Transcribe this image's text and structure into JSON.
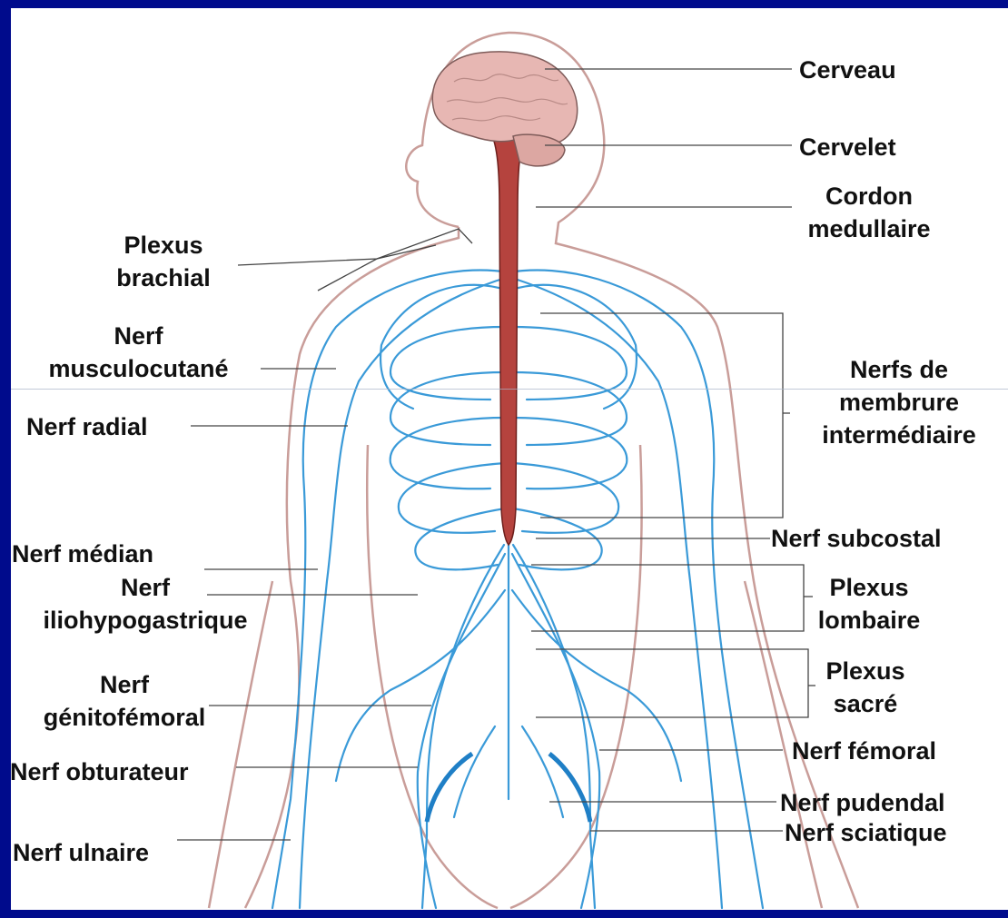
{
  "colors": {
    "background": "#000b8c",
    "panel": "#ffffff",
    "nerve": "#3a9ad8",
    "spinal_cord": "#b5433e",
    "brain": "#e7b7b3",
    "body_outline": "#c99d99",
    "leader_line": "#444444"
  },
  "labels": {
    "cerveau": "Cerveau",
    "cervelet": "Cervelet",
    "cordon": [
      "Cordon",
      "medullaire"
    ],
    "plexus_brachial": [
      "Plexus",
      "brachial"
    ],
    "nerf_musculocutane": [
      "Nerf",
      "musculocutané"
    ],
    "nerf_radial": "Nerf radial",
    "nerfs_membrure": [
      "Nerfs de",
      "membrure",
      "intermédiaire"
    ],
    "nerf_median": "Nerf médian",
    "nerf_iliohypogastrique": [
      "Nerf",
      "iliohypogastrique"
    ],
    "nerf_subcostal": "Nerf subcostal",
    "plexus_lombaire": [
      "Plexus",
      "lombaire"
    ],
    "nerf_genitofemoral": [
      "Nerf",
      "génitofémoral"
    ],
    "plexus_sacre": [
      "Plexus",
      "sacré"
    ],
    "nerf_femoral": "Nerf fémoral",
    "nerf_obturateur": "Nerf obturateur",
    "nerf_pudendal": "Nerf pudendal",
    "nerf_sciatique": "Nerf sciatique",
    "nerf_ulnaire": "Nerf ulnaire"
  }
}
